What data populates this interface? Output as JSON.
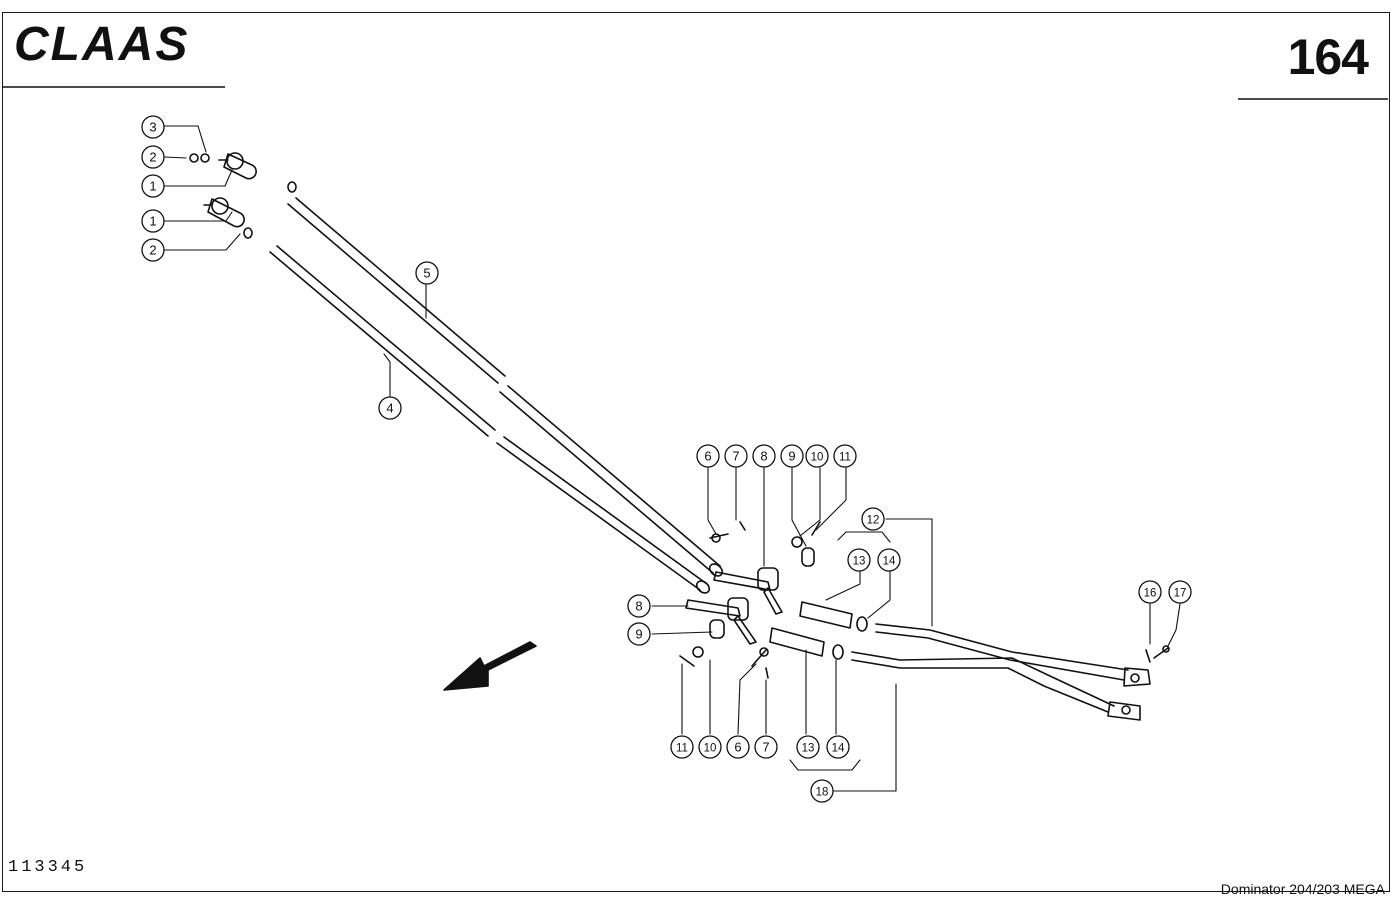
{
  "header": {
    "brand": "CLAAS",
    "page_number": "164"
  },
  "footer": {
    "drawing_number": "113345",
    "model": "Dominator 204/203 MEGA"
  },
  "callouts": [
    {
      "id": "c3a",
      "label": "3"
    },
    {
      "id": "c2a",
      "label": "2"
    },
    {
      "id": "c1a",
      "label": "1"
    },
    {
      "id": "c1b",
      "label": "1"
    },
    {
      "id": "c2b",
      "label": "2"
    },
    {
      "id": "c5",
      "label": "5"
    },
    {
      "id": "c4",
      "label": "4"
    },
    {
      "id": "c6a",
      "label": "6"
    },
    {
      "id": "c7a",
      "label": "7"
    },
    {
      "id": "c8a",
      "label": "8"
    },
    {
      "id": "c9a",
      "label": "9"
    },
    {
      "id": "c10a",
      "label": "10"
    },
    {
      "id": "c11a",
      "label": "11"
    },
    {
      "id": "c12",
      "label": "12"
    },
    {
      "id": "c13a",
      "label": "13"
    },
    {
      "id": "c14a",
      "label": "14"
    },
    {
      "id": "c16",
      "label": "16"
    },
    {
      "id": "c17",
      "label": "17"
    },
    {
      "id": "c8b",
      "label": "8"
    },
    {
      "id": "c9b",
      "label": "9"
    },
    {
      "id": "c11b",
      "label": "11"
    },
    {
      "id": "c10b",
      "label": "10"
    },
    {
      "id": "c6b",
      "label": "6"
    },
    {
      "id": "c7b",
      "label": "7"
    },
    {
      "id": "c13b",
      "label": "13"
    },
    {
      "id": "c14b",
      "label": "14"
    },
    {
      "id": "c18",
      "label": "18"
    }
  ]
}
